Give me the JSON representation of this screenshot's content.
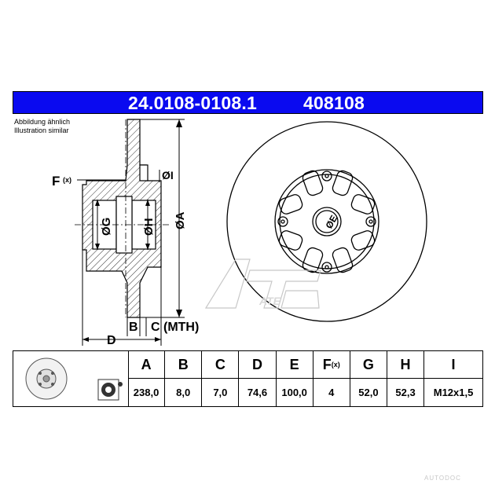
{
  "header": {
    "part_number": "24.0108-0108.1",
    "ref_number": "408108"
  },
  "notes": {
    "line1": "Abbildung ähnlich",
    "line2": "Illustration similar"
  },
  "drawing_labels": {
    "F": "F",
    "F_sub": "(x)",
    "I": "ØI",
    "G": "ØG",
    "H": "ØH",
    "A": "ØA",
    "E": "ØE",
    "B": "B",
    "C": "C (MTH)",
    "D": "D"
  },
  "watermark": "ATE",
  "table": {
    "headers": [
      "A",
      "B",
      "C",
      "D",
      "E",
      "F",
      "G",
      "H",
      "I"
    ],
    "f_suffix": "(x)",
    "values": [
      "238,0",
      "8,0",
      "7,0",
      "74,6",
      "100,0",
      "4",
      "52,0",
      "52,3",
      "M12x1,5"
    ]
  },
  "footer_watermark": "AUTODOC"
}
